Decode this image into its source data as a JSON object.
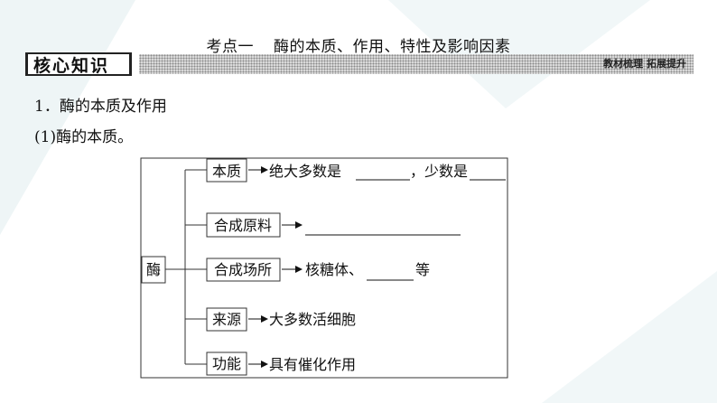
{
  "title": {
    "part1": "考点一",
    "part2": "酶的本质、作用、特性及影响因素"
  },
  "banner": {
    "label": "核心知识",
    "tag": "教材梳理  拓展提升"
  },
  "section_heading": "1．酶的本质及作用",
  "sub_heading": "(1)酶的本质。",
  "diagram": {
    "root": "酶",
    "branches": [
      {
        "label": "本质",
        "text1": "绝大多数是",
        "text2": "，少数是"
      },
      {
        "label": "合成原料",
        "text1": ""
      },
      {
        "label": "合成场所",
        "text1": "核糖体、",
        "text2": "等"
      },
      {
        "label": "来源",
        "text1": "大多数活细胞"
      },
      {
        "label": "功能",
        "text1": "具有催化作用"
      }
    ]
  }
}
